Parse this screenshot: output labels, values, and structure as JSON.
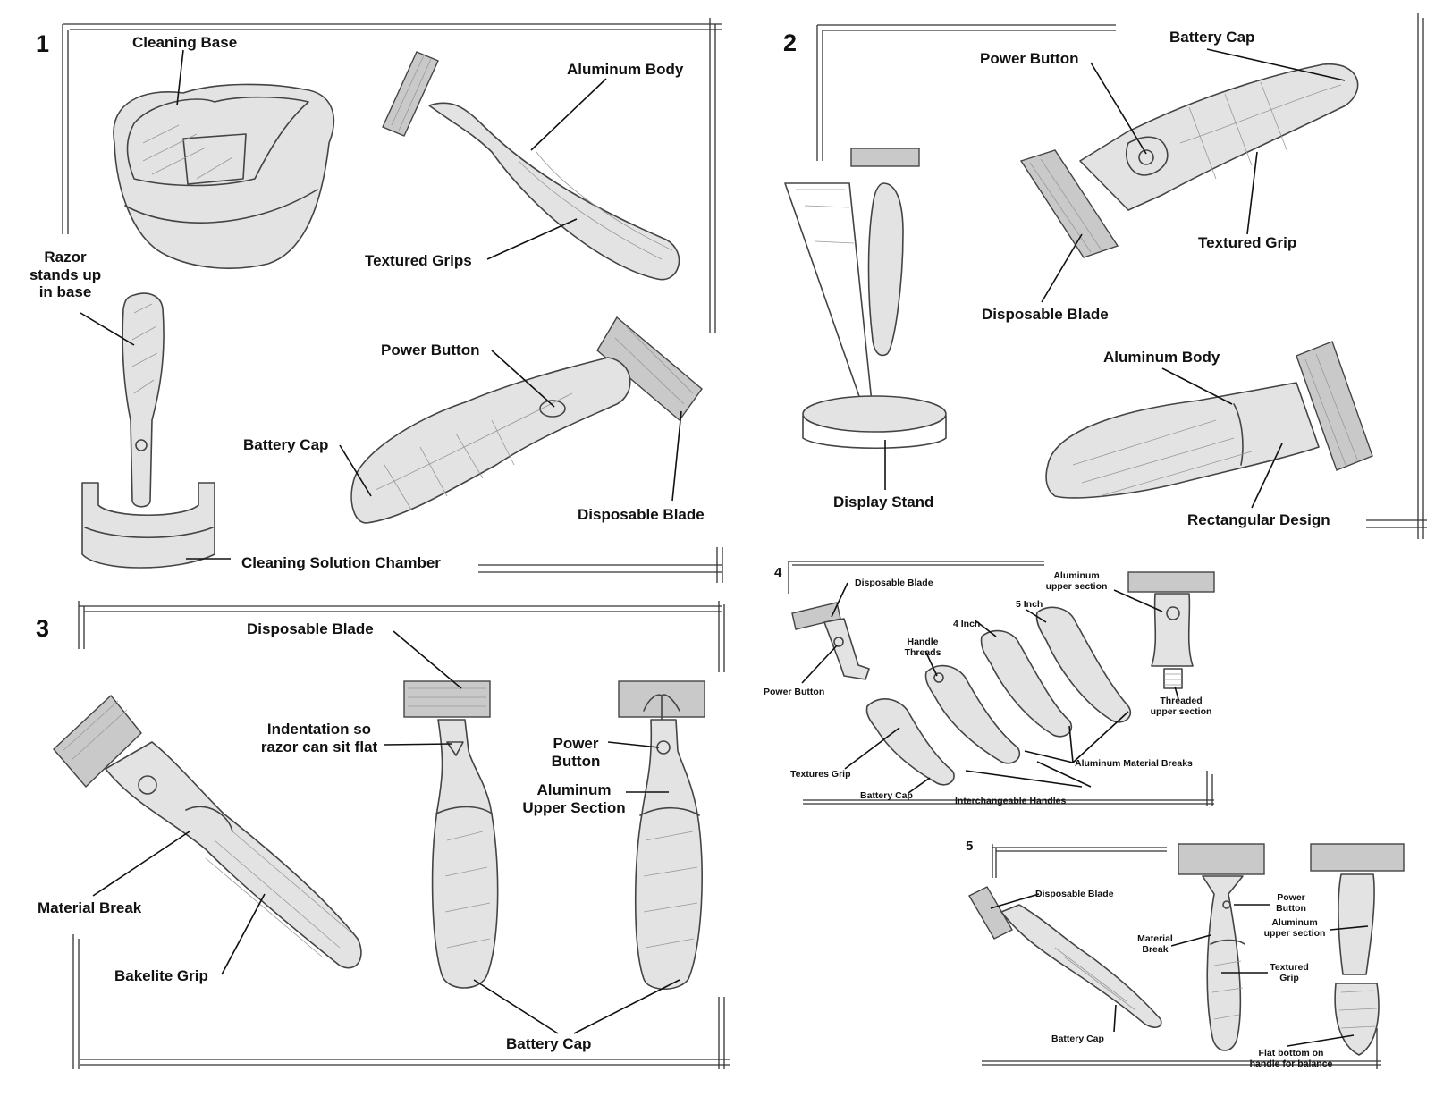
{
  "panels": [
    {
      "id": "1",
      "number": "1",
      "labels": {
        "cleaning_base": "Cleaning Base",
        "aluminum_body": "Aluminum Body",
        "textured_grips": "Textured Grips",
        "razor_stands": [
          "Razor",
          "stands up",
          "in base"
        ],
        "power_button": "Power Button",
        "battery_cap": "Battery Cap",
        "disposable_blade": "Disposable Blade",
        "cleaning_solution_chamber": "Cleaning Solution Chamber"
      }
    },
    {
      "id": "2",
      "number": "2",
      "labels": {
        "battery_cap": "Battery Cap",
        "power_button": "Power Button",
        "textured_grip": "Textured Grip",
        "disposable_blade": "Disposable Blade",
        "aluminum_body": "Aluminum Body",
        "display_stand": "Display Stand",
        "rectangular_design": "Rectangular Design"
      }
    },
    {
      "id": "3",
      "number": "3",
      "labels": {
        "disposable_blade": "Disposable Blade",
        "indentation": [
          "Indentation so",
          "razor can sit flat"
        ],
        "power_button": [
          "Power",
          "Button"
        ],
        "aluminum_upper_section": [
          "Aluminum",
          "Upper Section"
        ],
        "material_break": "Material Break",
        "bakelite_grip": "Bakelite Grip",
        "battery_cap": "Battery Cap"
      }
    },
    {
      "id": "4",
      "number": "4",
      "labels": {
        "disposable_blade": "Disposable Blade",
        "aluminum_upper_section": [
          "Aluminum",
          "upper section"
        ],
        "handle_threads": [
          "Handle",
          "Threads"
        ],
        "four_inch": "4 Inch",
        "five_inch": "5 Inch",
        "power_button": "Power Button",
        "threaded_upper_section": [
          "Threaded",
          "upper section"
        ],
        "textures_grip": "Textures Grip",
        "aluminum_material_breaks": "Aluminum Material Breaks",
        "battery_cap": "Battery Cap",
        "interchangeable_handles": "Interchangeable Handles"
      }
    },
    {
      "id": "5",
      "number": "5",
      "labels": {
        "disposable_blade": "Disposable Blade",
        "power_button": [
          "Power",
          "Button"
        ],
        "material_break": [
          "Material",
          "Break"
        ],
        "aluminum_upper_section": [
          "Aluminum",
          "upper section"
        ],
        "textured_grip": [
          "Textured",
          "Grip"
        ],
        "battery_cap": "Battery Cap",
        "flat_bottom": [
          "Flat bottom on",
          "handle for balance"
        ]
      }
    }
  ]
}
